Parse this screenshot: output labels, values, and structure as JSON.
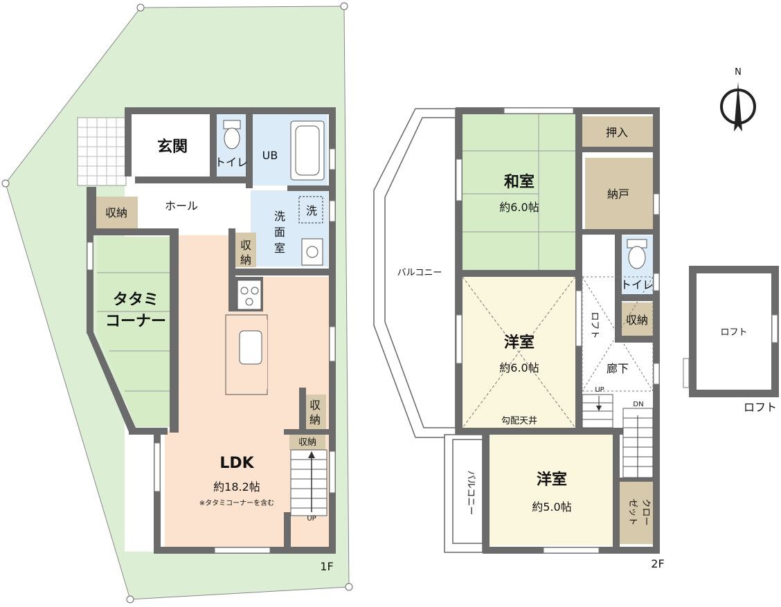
{
  "floor1": {
    "label": "1F",
    "rooms": {
      "genkan": "玄関",
      "toilet": "トイレ",
      "ub": "UB",
      "hall": "ホール",
      "storage_hall": "収納",
      "washroom_l1": "洗",
      "washroom_l2": "面",
      "washroom_l3": "室",
      "washer": "洗",
      "storage_wash_l1": "収",
      "storage_wash_l2": "納",
      "tatami_l1": "タタミ",
      "tatami_l2": "コーナー",
      "storage_ldk_l1": "収",
      "storage_ldk_l2": "納",
      "storage_stair": "収納",
      "ldk_name": "LDK",
      "ldk_area": "約18.2帖",
      "ldk_note": "※タタミコーナーを含む",
      "stair_up": "UP"
    }
  },
  "floor2": {
    "label": "2F",
    "rooms": {
      "washitsu_name": "和室",
      "washitsu_area": "約6.0帖",
      "oshiire": "押入",
      "nando": "納戸",
      "toilet": "トイレ",
      "storage": "収納",
      "loft": "ロフト",
      "corridor": "廊下",
      "yoshitsu1_name": "洋室",
      "yoshitsu1_area": "約6.0帖",
      "sloped_ceiling": "勾配天井",
      "yoshitsu2_name": "洋室",
      "yoshitsu2_area": "約5.0帖",
      "closet_l1": "クロー",
      "closet_l2": "ゼット",
      "balcony_big": "バルコニー",
      "balcony_small": "バルコニー",
      "stair_up": "UP",
      "stair_dn": "DN"
    }
  },
  "loft_plan": {
    "room": "ロフト",
    "label": "ロフト"
  },
  "compass": {
    "north": "N"
  },
  "colors": {
    "wall": "#6b6b6b",
    "lot": "#dcefd5",
    "ldk": "#fbe3cf",
    "wet": "#dcebf8",
    "storage": "#d6c9ac",
    "japanese": "#d6ecc7",
    "western1": "#fbf6de",
    "western2": "#fbf6de"
  }
}
